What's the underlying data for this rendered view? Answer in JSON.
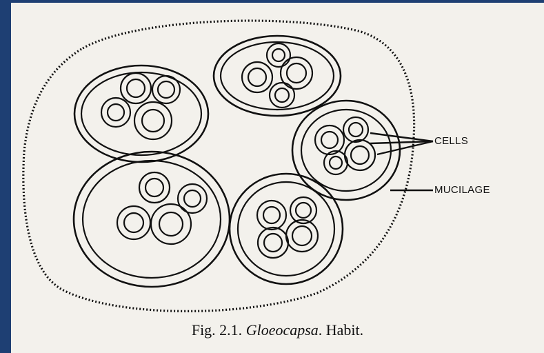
{
  "figure": {
    "labels": {
      "cells": "CELLS",
      "mucilage": "MUCILAGE"
    },
    "caption": {
      "prefix": "Fig. 2.1. ",
      "genus": "Gloeocapsa",
      "suffix": ". Habit."
    }
  }
}
